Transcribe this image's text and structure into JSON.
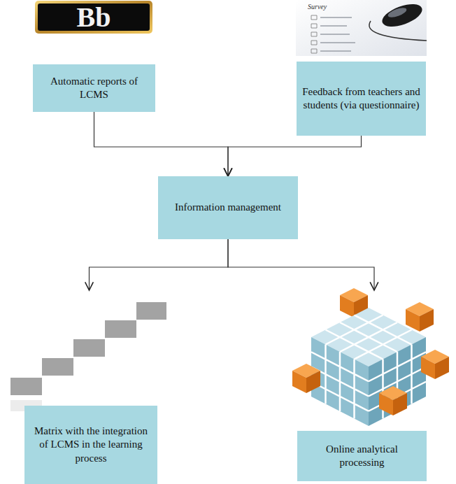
{
  "diagram": {
    "nodes": [
      {
        "text": [
          "Automatic reports of LCMS"
        ]
      },
      {
        "text": [
          "Feedback from teachers and students (via questionnaire)"
        ]
      },
      {
        "text": [
          "Information management"
        ]
      },
      {
        "text": [
          "Matrix with the integration of LCMS in the learning process"
        ]
      },
      {
        "text": [
          "Online analytical processing"
        ]
      }
    ],
    "edges": [
      {
        "from": 0,
        "to": 2,
        "arrow": "to"
      },
      {
        "from": 1,
        "to": 2,
        "arrow": "to"
      },
      {
        "from": 2,
        "to": 3,
        "arrow": "to"
      },
      {
        "from": 2,
        "to": 4,
        "arrow": "to"
      }
    ],
    "labels": [
      "Bb",
      "Survey"
    ]
  }
}
